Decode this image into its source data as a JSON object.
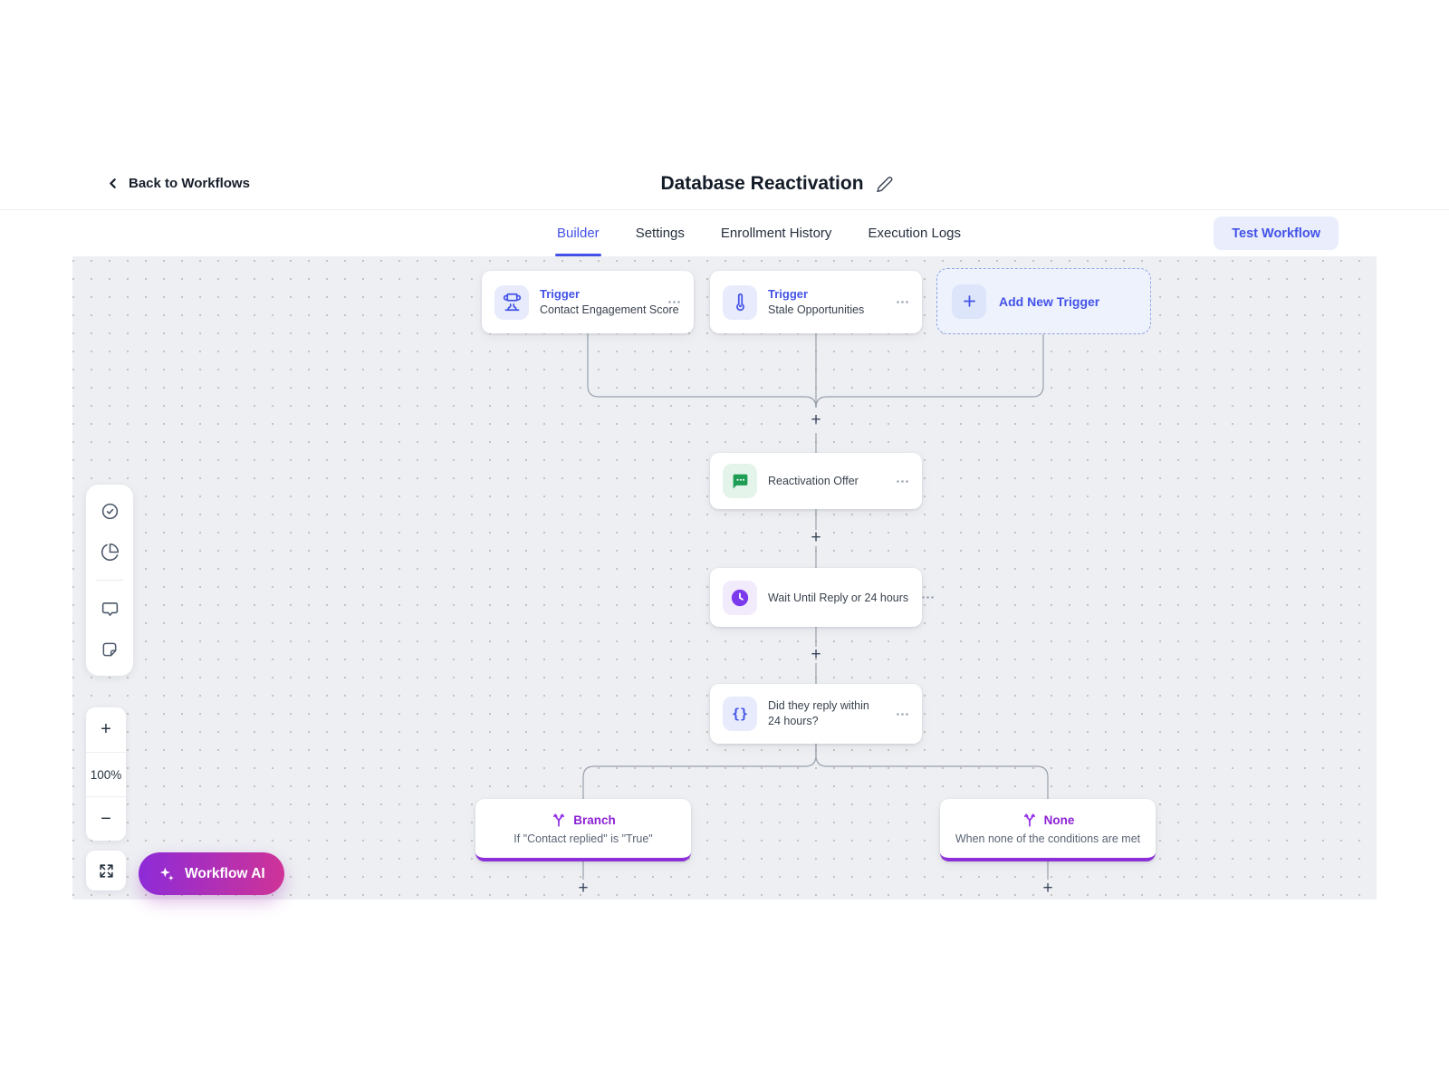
{
  "header": {
    "back_label": "Back to Workflows",
    "title": "Database Reactivation"
  },
  "tabs": {
    "items": [
      {
        "label": "Builder"
      },
      {
        "label": "Settings"
      },
      {
        "label": "Enrollment History"
      },
      {
        "label": "Execution Logs"
      }
    ],
    "active": "Builder",
    "test_button_label": "Test Workflow"
  },
  "canvas": {
    "add_step_glyph": "+",
    "triggers": [
      {
        "kind": "Trigger",
        "name": "Contact Engagement Score",
        "icon": "trophy-icon"
      },
      {
        "kind": "Trigger",
        "name": "Stale Opportunities",
        "icon": "thermometer-icon"
      }
    ],
    "add_trigger": {
      "label": "Add New Trigger"
    },
    "steps": [
      {
        "name": "Reactivation Offer",
        "icon": "chat-message-icon"
      },
      {
        "name": "Wait Until Reply or 24 hours",
        "icon": "clock-icon"
      },
      {
        "name": "Did they reply within 24 hours?",
        "icon": "braces-icon",
        "icon_glyph": "{}"
      }
    ],
    "branches": [
      {
        "label": "Branch",
        "condition": "If \"Contact replied\" is \"True\""
      },
      {
        "label": "None",
        "condition": "When none of the conditions are met"
      }
    ]
  },
  "zoom_controls": {
    "zoom_in": "+",
    "level": "100%",
    "zoom_out": "−"
  },
  "workflow_ai": {
    "label": "Workflow AI"
  },
  "colors": {
    "accent_indigo": "#4353e8",
    "accent_purple": "#8c2fd9",
    "accent_green": "#1f9d55",
    "ai_gradient_start": "#8d2bd8",
    "ai_gradient_end": "#cf3397",
    "canvas_bg": "#edeff3"
  }
}
